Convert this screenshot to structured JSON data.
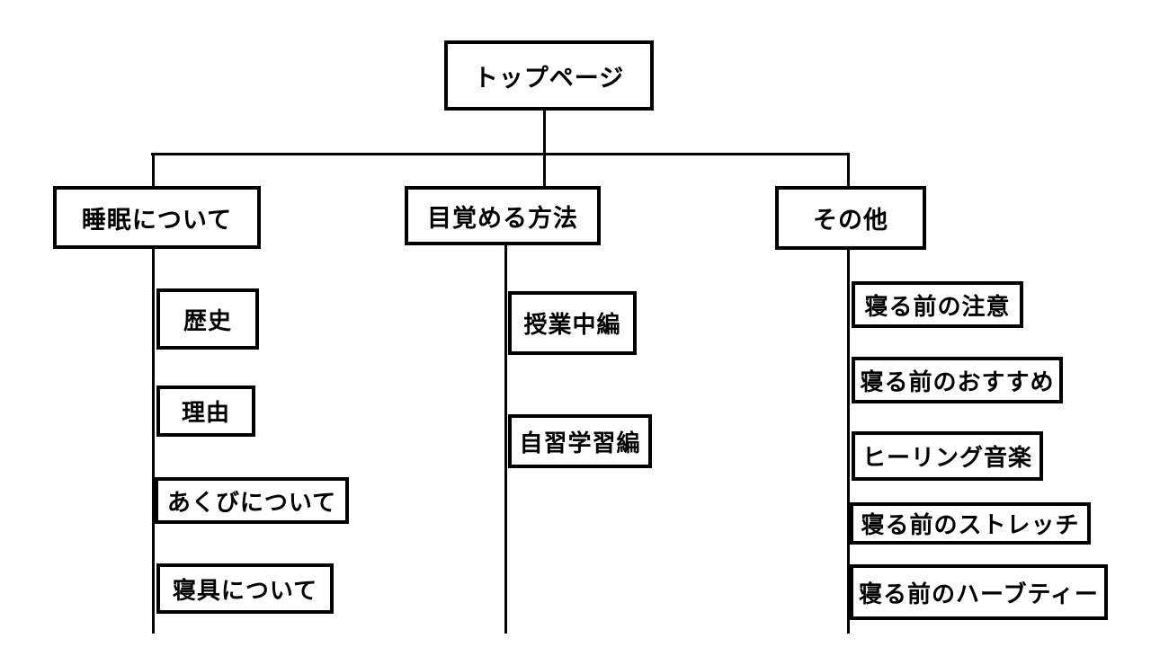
{
  "diagram": {
    "type": "sitemap-tree",
    "root": {
      "label": "トップページ"
    },
    "branches": [
      {
        "label": "睡眠について",
        "children": [
          {
            "label": "歴史"
          },
          {
            "label": "理由"
          },
          {
            "label": "あくびについて"
          },
          {
            "label": "寝具について"
          }
        ]
      },
      {
        "label": "目覚める方法",
        "children": [
          {
            "label": "授業中編"
          },
          {
            "label": "自習学習編"
          }
        ]
      },
      {
        "label": "その他",
        "children": [
          {
            "label": "寝る前の注意"
          },
          {
            "label": "寝る前のおすすめ"
          },
          {
            "label": "ヒーリング音楽"
          },
          {
            "label": "寝る前のストレッチ"
          },
          {
            "label": "寝る前のハーブティー"
          }
        ]
      }
    ],
    "colors": {
      "background": "#ffffff",
      "line": "#000000",
      "box_border": "#000000",
      "box_fill": "#ffffff",
      "text": "#000000"
    }
  }
}
